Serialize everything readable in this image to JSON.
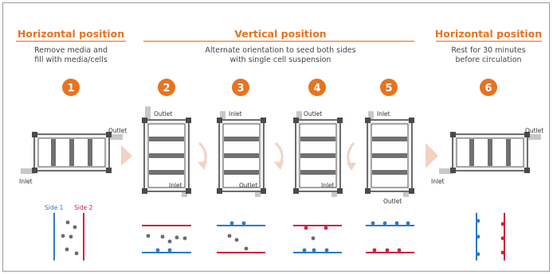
{
  "sections": [
    {
      "title": "Horizontal position",
      "description": [
        "Remove media and",
        "fill with media/cells"
      ]
    },
    {
      "title": "Vertical position",
      "description": [
        "Alternate orientation to seed both sides",
        "with single cell suspension"
      ]
    },
    {
      "title": "Horizontal position",
      "description": [
        "Rest for 30 minutes",
        "before circulation"
      ]
    }
  ],
  "steps": [
    "1",
    "2",
    "3",
    "4",
    "5",
    "6"
  ],
  "ports": {
    "outlet": "Outlet",
    "inlet": "Inlet"
  },
  "sides": {
    "side1": "Side 1",
    "side2": "Side 2"
  },
  "colors": {
    "accent": "#e8731f",
    "side1": "#2f79c2",
    "side2": "#d0243c",
    "device": "#6d6d6d",
    "cells": "#6b6b6b",
    "arrow_light": "#f2d2c2"
  }
}
